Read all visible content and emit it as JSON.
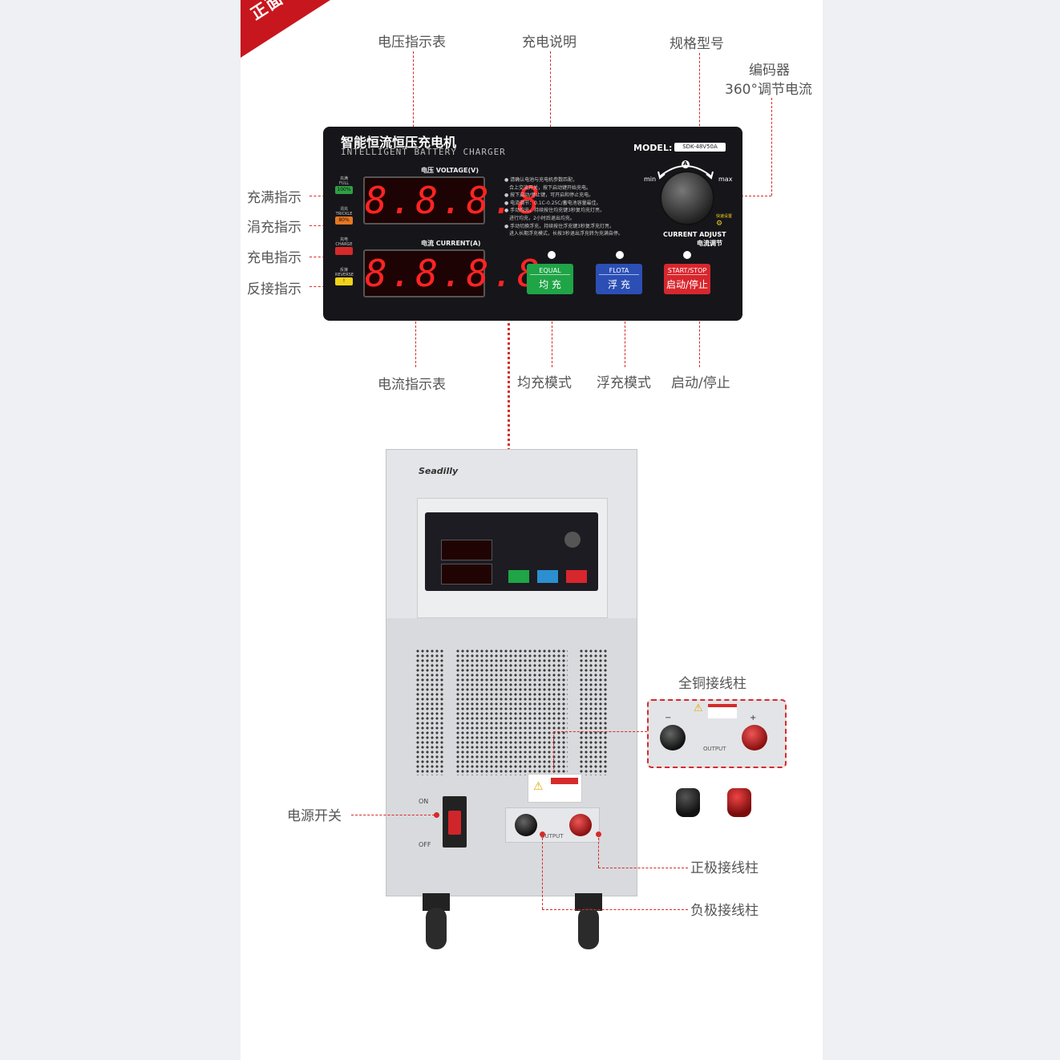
{
  "badge": "正面",
  "callouts": {
    "voltage_meter": "电压指示表",
    "charge_notes": "充电说明",
    "model_spec": "规格型号",
    "encoder_line1": "编码器",
    "encoder_line2": "360°调节电流",
    "full_indicator": "充满指示",
    "trickle_indicator": "涓充指示",
    "charge_indicator": "充电指示",
    "reverse_indicator": "反接指示",
    "current_meter": "电流指示表",
    "equal_mode": "均充模式",
    "float_mode": "浮充模式",
    "start_stop": "启动/停止",
    "copper_terminal": "全铜接线柱",
    "power_switch": "电源开关",
    "positive_terminal": "正极接线柱",
    "negative_terminal": "负极接线柱"
  },
  "panel": {
    "title_cn": "智能恒流恒压充电机",
    "title_en": "INTELLIGENT BATTERY CHARGER",
    "voltage_label": "电压 VOLTAGE(V)",
    "current_label": "电流 CURRENT(A)",
    "voltage_display": "8.8.8.8",
    "current_display": "8.8.8.8",
    "model_label": "MODEL:",
    "model_value": "SDK-48V50A",
    "knob_min": "min",
    "knob_max": "max",
    "knob_a": "A",
    "current_adjust_en": "CURRENT ADJUST",
    "current_adjust_cn": "电流调节",
    "quick_set": "快速设置",
    "indicators": [
      {
        "cn": "充满",
        "en": "FULL",
        "box": "100%",
        "color": "#2ea043"
      },
      {
        "cn": "涓充",
        "en": "TRICKLE",
        "box": "80%",
        "color": "#e87722"
      },
      {
        "cn": "充电",
        "en": "CHARGE",
        "box": "",
        "color": "#d62a2a"
      },
      {
        "cn": "反接",
        "en": "REVERSE",
        "box": "!",
        "color": "#f2d21b"
      }
    ],
    "notes": [
      "● 请确认电池与充电机参数匹配，",
      "　合上交流开关，按下启动键开始充电。",
      "● 按下启动/停止键，可开启和停止充电。",
      "● 电流调节：0.1C-0.25C/蓄电池容量最佳。",
      "● 手动均充，持续按住均充键3秒复均充灯亮，",
      "　进行均充，2小时后退出均充。",
      "● 手动切换浮充，持续按住浮充键3秒复浮充灯亮，",
      "　进入长期浮充模式，长按3秒退出浮充转为充满自停。"
    ],
    "buttons": [
      {
        "en": "EQUAL",
        "cn": "均 充",
        "color": "#1fa447"
      },
      {
        "en": "FLOTA",
        "cn": "浮 充",
        "color": "#2b4fb5"
      },
      {
        "en": "START/STOP",
        "cn": "启动/停止",
        "color": "#d8262d"
      }
    ]
  },
  "cabinet": {
    "brand": "Seadilly",
    "switch_on": "ON",
    "switch_off": "OFF",
    "output_label": "OUTPUT",
    "inset_output_label": "OUTPUT",
    "minus": "−",
    "plus": "+"
  }
}
